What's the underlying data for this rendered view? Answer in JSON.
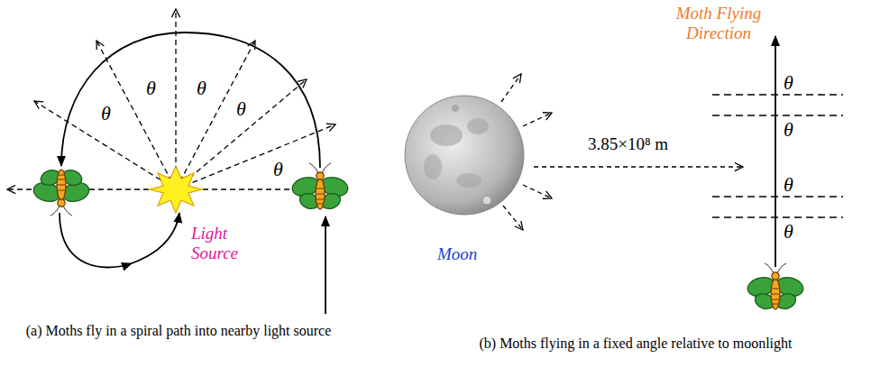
{
  "diagram": {
    "labels": [
      "θ",
      "θ",
      "θ",
      "θ",
      "θ",
      "Light Source",
      "(a) Moths fly in a spiral path into nearby light source",
      "Moon",
      "3.85×10⁸ m",
      "Moth Flying Direction",
      "θ",
      "θ",
      "θ",
      "θ",
      "(b) Moths flying in a fixed angle relative to moonlight"
    ]
  }
}
